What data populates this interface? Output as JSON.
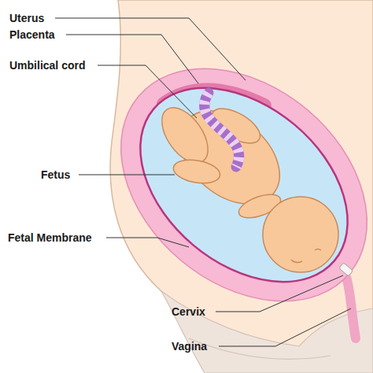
{
  "diagram": {
    "labels": [
      "Uterus",
      "Placenta",
      "Umbilical cord",
      "Fetus",
      "Fetal Membrane",
      "Cervix",
      "Vagina"
    ]
  }
}
